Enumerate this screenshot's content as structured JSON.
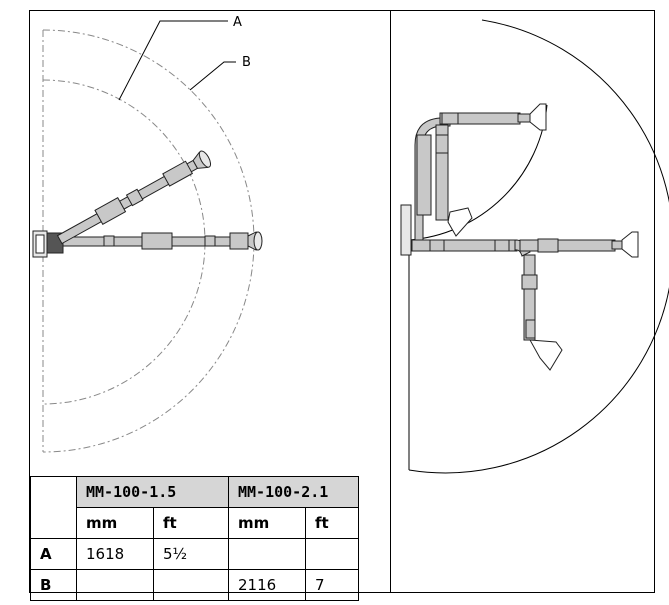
{
  "diagram": {
    "labels": {
      "a": "A",
      "b": "B"
    }
  },
  "table": {
    "models": [
      "MM-100-1.5",
      "MM-100-2.1"
    ],
    "units": [
      "mm",
      "ft",
      "mm",
      "ft"
    ],
    "rows": [
      {
        "label": "A",
        "values": [
          "1618",
          "5½",
          "",
          ""
        ]
      },
      {
        "label": "B",
        "values": [
          "",
          "",
          "2116",
          "7"
        ]
      }
    ]
  }
}
